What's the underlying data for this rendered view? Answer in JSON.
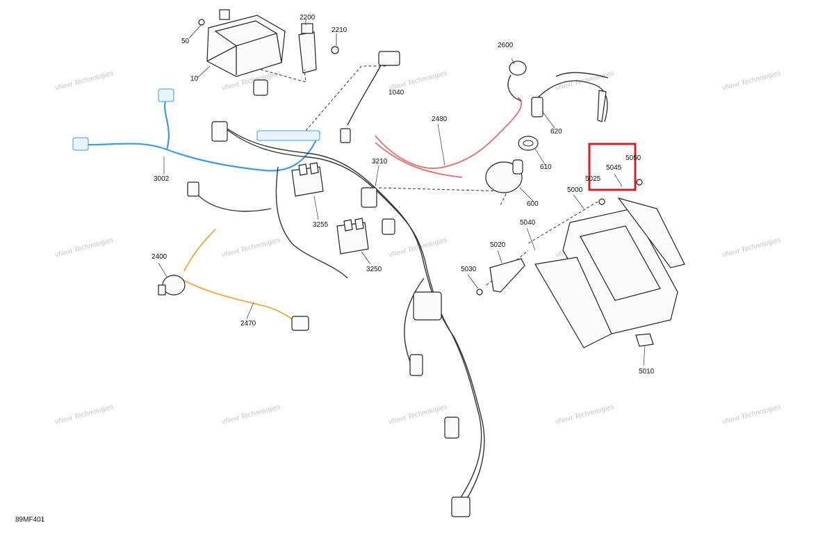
{
  "figure_code": "89MF401",
  "highlight_color": "#d0202a",
  "harness_colors": {
    "3002": "#3d9be0",
    "2480": "#e07a7a",
    "2470": "#e8b04a"
  },
  "watermark": {
    "line1": "vNext",
    "line2": "Technologies",
    "full": "vNext Technologies"
  },
  "callouts": {
    "c50": "50",
    "c10": "10",
    "c2200": "2200",
    "c2210": "2210",
    "c1040": "1040",
    "c2600": "2600",
    "c620": "620",
    "c610": "610",
    "c600": "600",
    "c2480": "2480",
    "c3002": "3002",
    "c3210": "3210",
    "c3255": "3255",
    "c3250": "3250",
    "c2400": "2400",
    "c2470": "2470",
    "c5000": "5000",
    "c5025": "5025",
    "c5045": "5045",
    "c5050": "5050",
    "c5040": "5040",
    "c5020": "5020",
    "c5030": "5030",
    "c5010": "5010"
  }
}
